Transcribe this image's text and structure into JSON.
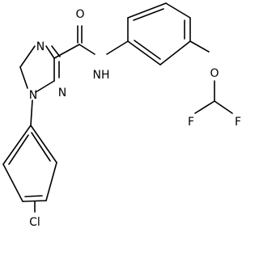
{
  "structure": {
    "atoms": {
      "oxygen_carbonyl": "O",
      "nitrogen_amide": "NH",
      "nitrogen_triazole_4": "N",
      "nitrogen_triazole_2": "N",
      "nitrogen_triazole_1": "N",
      "oxygen_ether": "O",
      "fluorine_left": "F",
      "fluorine_right": "F",
      "chlorine": "Cl"
    }
  }
}
